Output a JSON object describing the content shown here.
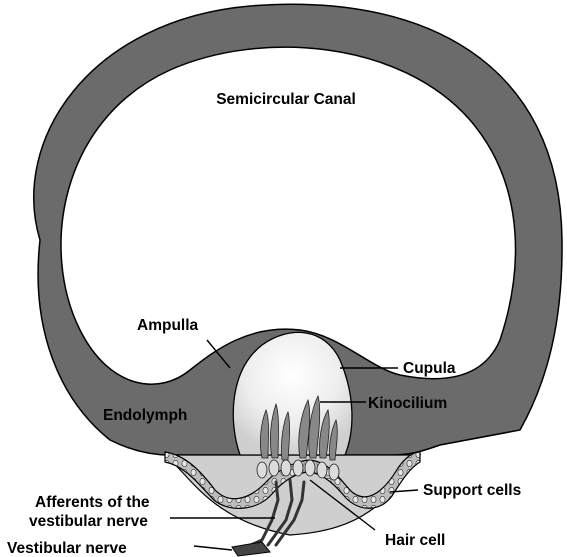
{
  "labels": {
    "semicircular_canal": "Semicircular Canal",
    "ampulla": "Ampulla",
    "endolymph": "Endolymph",
    "cupula": "Cupula",
    "kinocilium": "Kinocilium",
    "support_cells": "Support cells",
    "hair_cell": "Hair cell",
    "afferents_line1": "Afferents of the",
    "afferents_line2": "vestibular nerve",
    "vestibular_nerve": "Vestibular nerve"
  },
  "colors": {
    "canal_wall": "#6b6b6b",
    "ampulla_floor": "#cfcfcf",
    "cupula": "#f2f2f2",
    "epithelium": "#b5b5b5",
    "outline": "#000000",
    "background": "#ffffff"
  }
}
